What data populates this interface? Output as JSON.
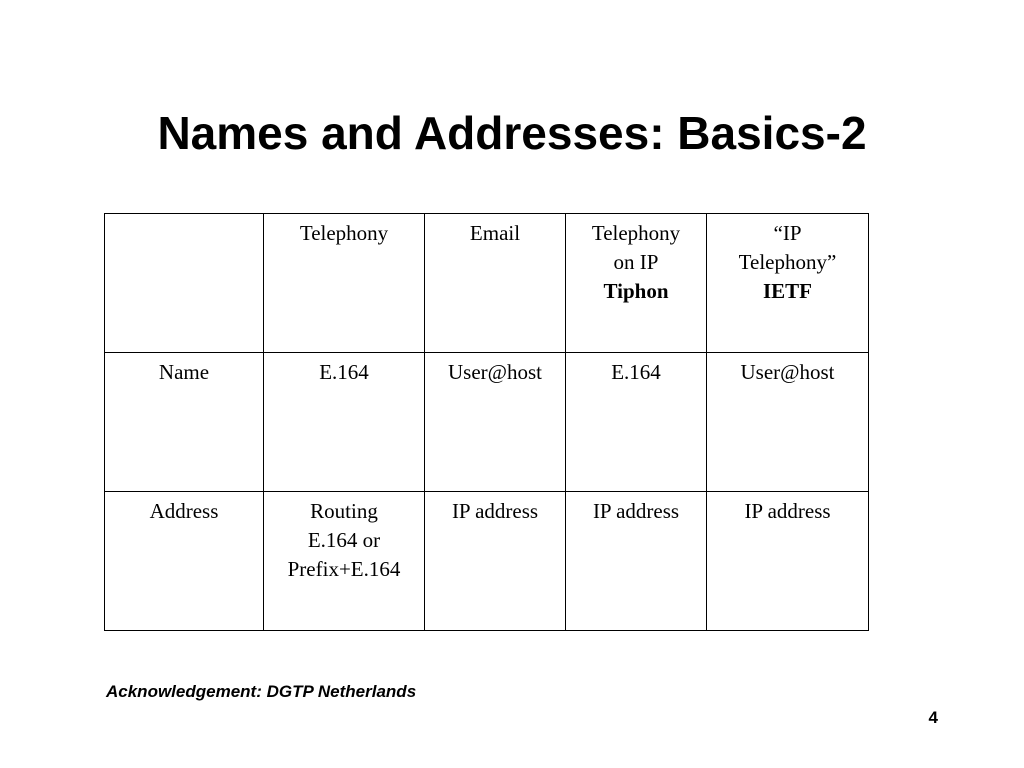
{
  "slide": {
    "title": "Names and Addresses: Basics-2",
    "acknowledgement": "Acknowledgement: DGTP Netherlands",
    "page_number": "4"
  },
  "table": {
    "header": {
      "corner": "",
      "telephony": "Telephony",
      "email": "Email",
      "telephony_on_ip": {
        "line1": "Telephony",
        "line2": "on IP",
        "line3": "Tiphon"
      },
      "ip_telephony": {
        "line1": "“IP",
        "line2": "Telephony”",
        "line3": "IETF"
      }
    },
    "rows": [
      {
        "label": "Name",
        "telephony": [
          "E.164"
        ],
        "email": "User@host",
        "telephony_on_ip": "E.164",
        "ip_telephony": "User@host"
      },
      {
        "label": "Address",
        "telephony": [
          "Routing",
          "E.164 or",
          "Prefix+E.164"
        ],
        "email": "IP address",
        "telephony_on_ip": "IP address",
        "ip_telephony": "IP address"
      }
    ]
  }
}
